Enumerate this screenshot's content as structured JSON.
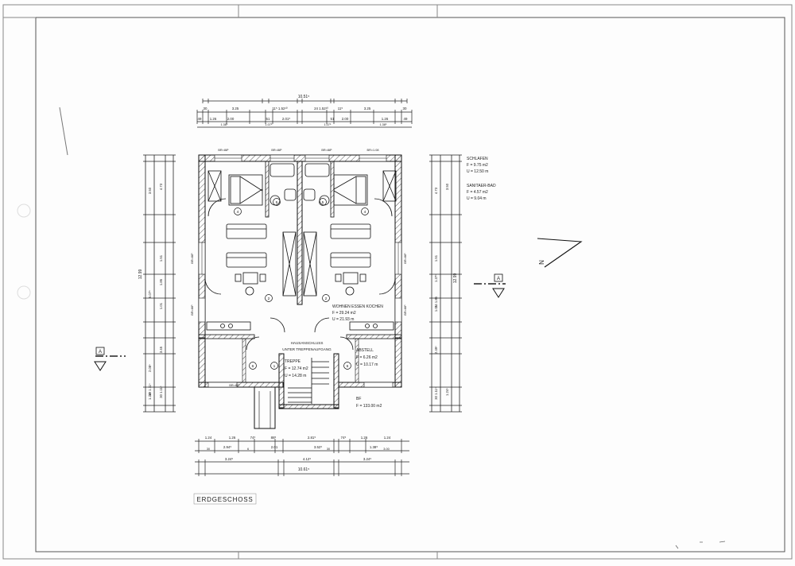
{
  "plan": {
    "top_dims": {
      "overall": "10.51⁵",
      "row1": [
        "30",
        "3.25",
        "11⁵ 1.52¹⁰",
        "24 1.52¹⁰",
        "11⁵",
        "3.25",
        "30"
      ],
      "row2": [
        "49",
        "1.26",
        "2.00",
        "51",
        "2.01⁵",
        "51",
        "2.00",
        "1.26",
        "49"
      ],
      "row3": [
        "1.38⁵",
        "1.07⁵",
        "1.07⁵",
        "1.38⁵"
      ]
    },
    "bottom_dims": {
      "row1": [
        "1.24",
        "1.26",
        "74⁵",
        "88⁵",
        "2.81⁵",
        "74⁵",
        "1.26",
        "1.24"
      ],
      "row2": [
        "2.94⁵",
        "2.01",
        "3.52⁵",
        "1.38⁵"
      ],
      "row3": [
        "30",
        "6",
        "30",
        "3.00"
      ],
      "row4": [
        "3.24⁵",
        "4.12⁵",
        "3.24⁵"
      ],
      "overall": "10.61⁵"
    },
    "left_dims": {
      "overall": "12.99",
      "segments": [
        "4.73",
        "3.50",
        "6.07⁵",
        "1.51",
        "1.86",
        "1.01",
        "3.45",
        "2.08⁵",
        "1.24⁵",
        "30 1.11⁵",
        "30 1.11⁵"
      ]
    },
    "right_dims": {
      "overall": "12.99",
      "segments": [
        "4.73",
        "3.50",
        "1.51",
        "1.37⁵",
        "24 1.86",
        "1.01",
        "2.49⁵",
        "1.24⁵",
        "30 1.11⁵"
      ]
    },
    "rooms": {
      "schlafen": {
        "name": "SCHLAFEN",
        "f": "F = 9.75 m2",
        "u": "U = 12.50 m"
      },
      "sanitaer": {
        "name": "SANITAER-BAD",
        "f": "F = 4.57 m2",
        "u": "U = 9.04 m"
      },
      "wohnen": {
        "name": "WOHNEN ESSEN KOCHEN",
        "f": "F = 29.24 m2",
        "u": "U = 21.93 m"
      },
      "hausanschluss": {
        "line1": "HAUSANSCHLUSS",
        "line2": "UNTER TREPPENAUFGANG"
      },
      "treppe": {
        "name": "TREPPE",
        "f": "F = 12.74 m2",
        "u": "U = 14.28 m"
      },
      "abstell": {
        "name": "ABSTELL",
        "f": "F = 6.26 m2",
        "u": "U = 10.17 m"
      },
      "bf": {
        "name": "BF",
        "f": "F = 133.00 m2"
      }
    },
    "window_labels": [
      "BR=88⁵",
      "BR=88⁵",
      "BR=88⁵",
      "BR=1.08",
      "BR=88⁵",
      "BR=88⁵",
      "BR=88⁵",
      "BR=88⁵",
      "BR=88⁵"
    ],
    "room_numbers": [
      "4",
      "5",
      "5",
      "4",
      "2",
      "2",
      "6",
      "1",
      "6"
    ],
    "section_marks": {
      "left": "A",
      "right": "A"
    },
    "north_label": "N",
    "floor_title": "ERDGESCHOSS"
  }
}
